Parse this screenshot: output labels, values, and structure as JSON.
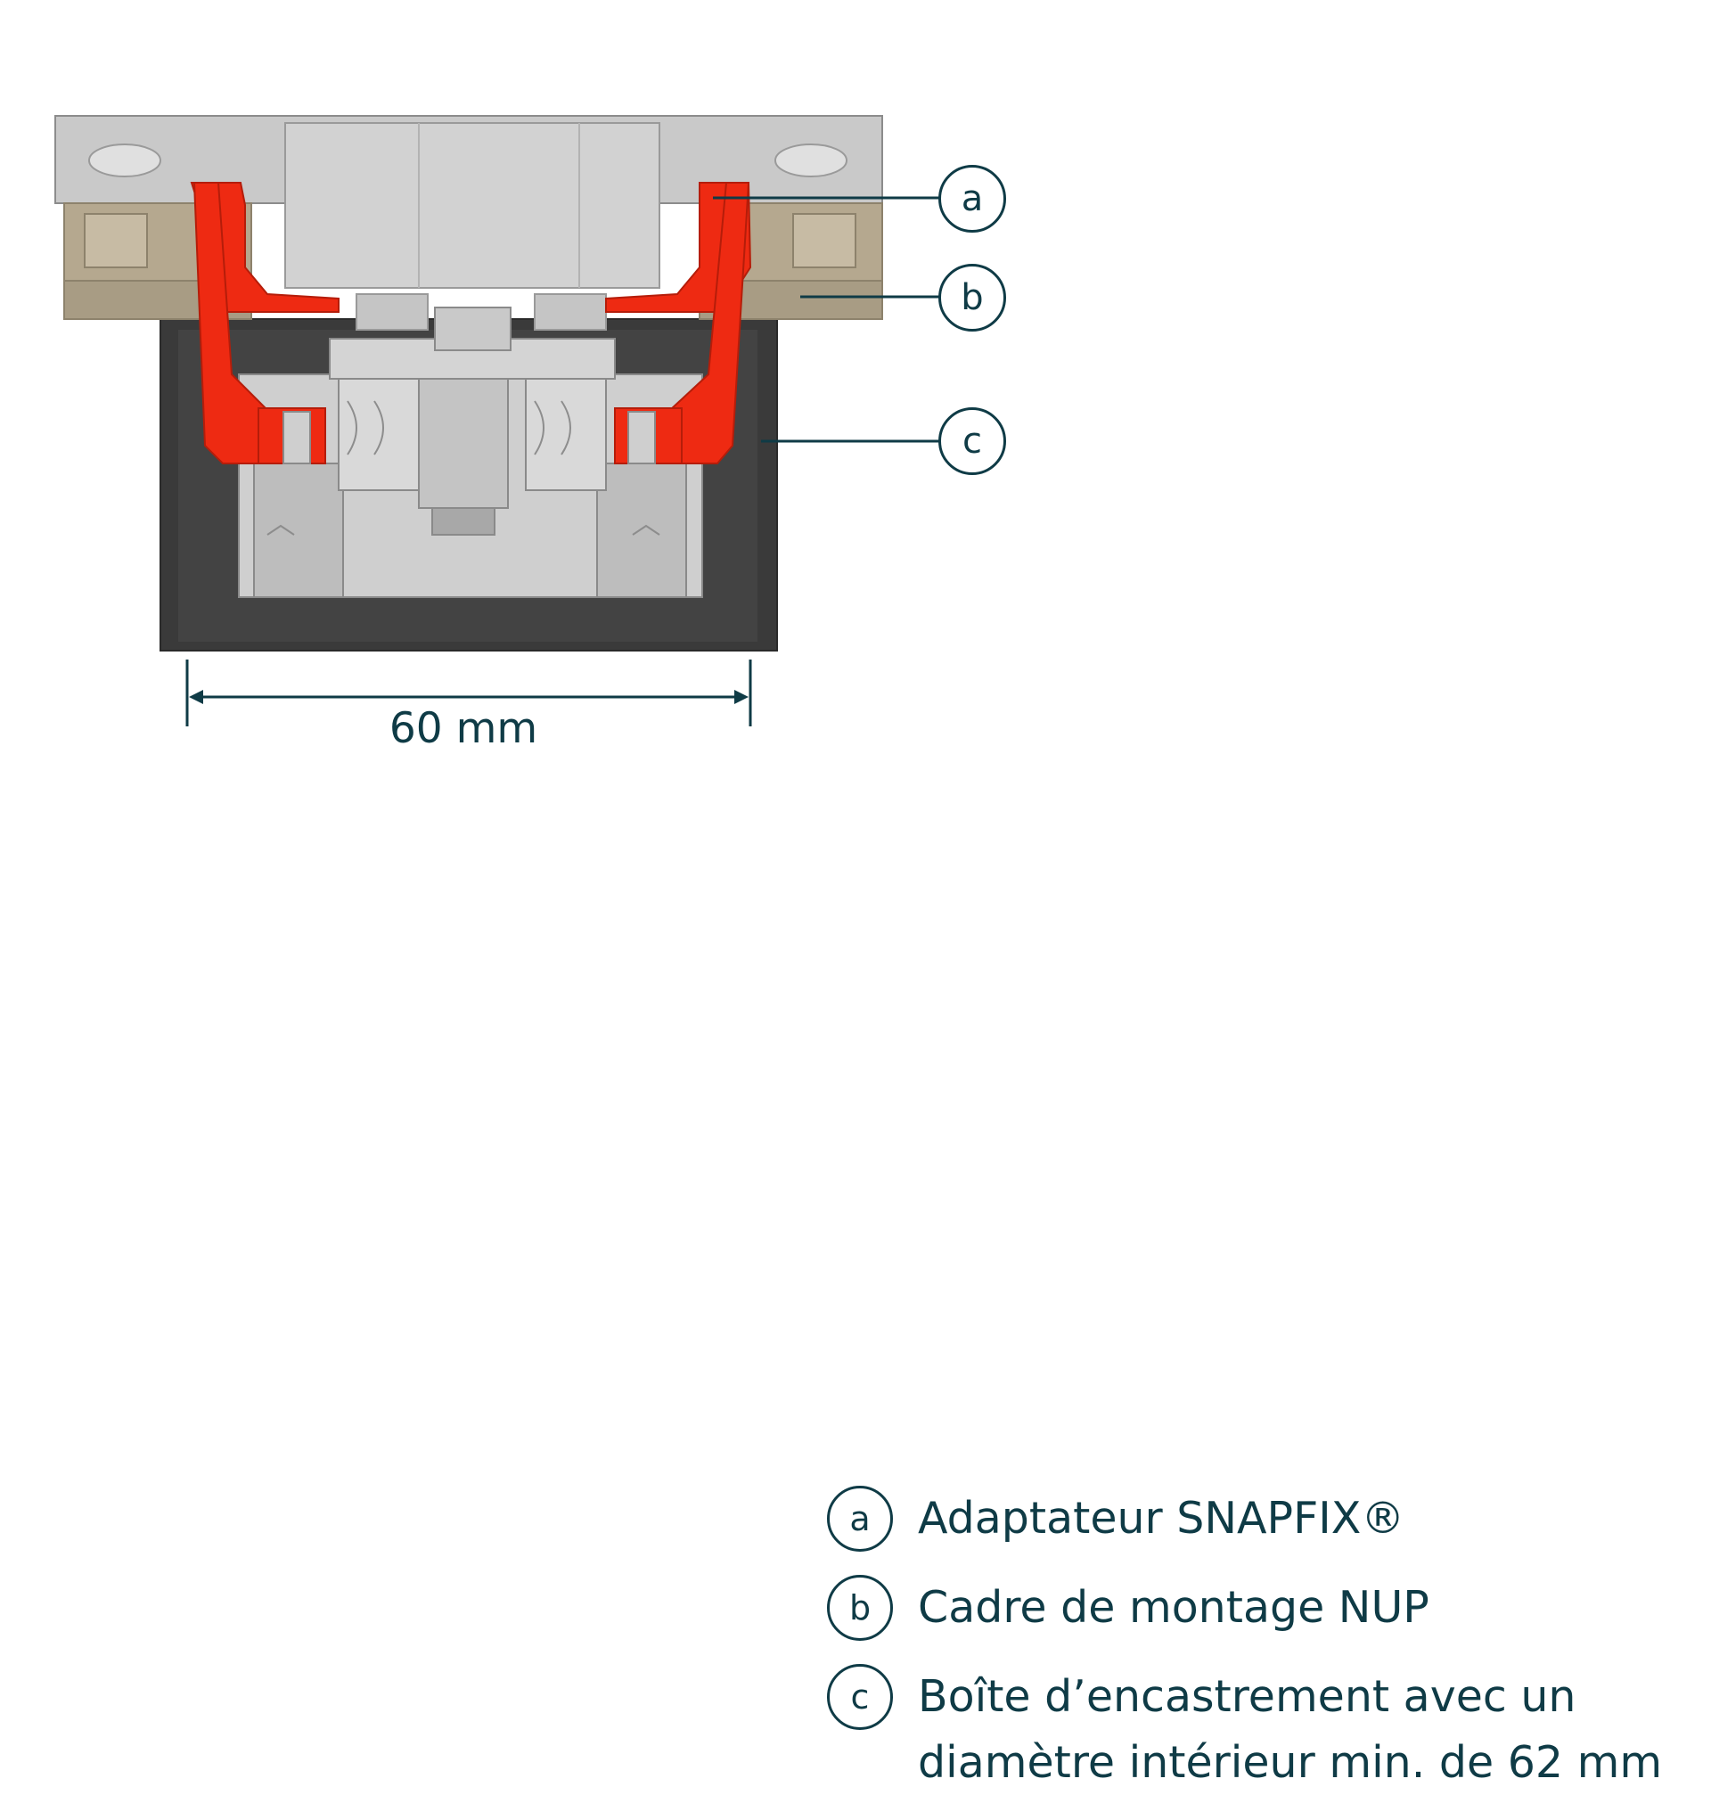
{
  "callouts": [
    {
      "key": "a"
    },
    {
      "key": "b"
    },
    {
      "key": "c"
    }
  ],
  "legend": [
    {
      "key": "a",
      "text": "Adaptateur SNAPFIX®"
    },
    {
      "key": "b",
      "text": "Cadre de montage NUP"
    },
    {
      "key": "c",
      "line1": "Boîte d’encastrement avec un",
      "line2": "diamètre intérieur min. de 62 mm"
    }
  ],
  "dimension": {
    "label": "60 mm"
  },
  "colors": {
    "adapter": "#ee2a12",
    "frame": "#b8ab94",
    "box": "#3c3c3c",
    "insert": "#c8c8c8",
    "text": "#0f3b46"
  }
}
